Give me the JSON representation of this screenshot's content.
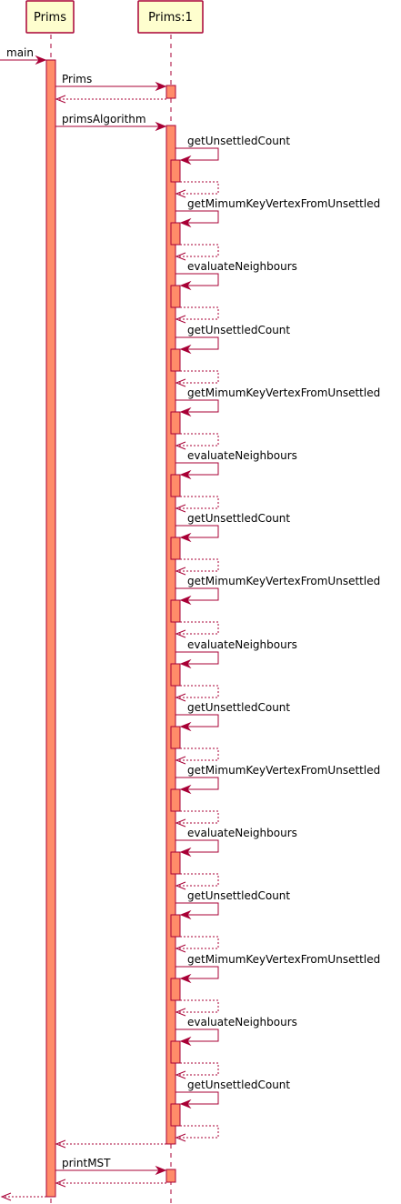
{
  "participants": [
    {
      "id": "prims",
      "label": "Prims"
    },
    {
      "id": "prims1",
      "label": "Prims:1"
    }
  ],
  "messages": {
    "main": "main",
    "constructor": "Prims",
    "algorithm": "primsAlgorithm",
    "print": "printMST"
  },
  "loop_calls": [
    "getUnsettledCount",
    "getMimumKeyVertexFromUnsettled",
    "evaluateNeighbours",
    "getUnsettledCount",
    "getMimumKeyVertexFromUnsettled",
    "evaluateNeighbours",
    "getUnsettledCount",
    "getMimumKeyVertexFromUnsettled",
    "evaluateNeighbours",
    "getUnsettledCount",
    "getMimumKeyVertexFromUnsettled",
    "evaluateNeighbours",
    "getUnsettledCount",
    "getMimumKeyVertexFromUnsettled",
    "evaluateNeighbours",
    "getUnsettledCount"
  ],
  "colors": {
    "line": "#a80036",
    "participant_fill": "#fefece",
    "activation_fill": "#ff8c69"
  }
}
